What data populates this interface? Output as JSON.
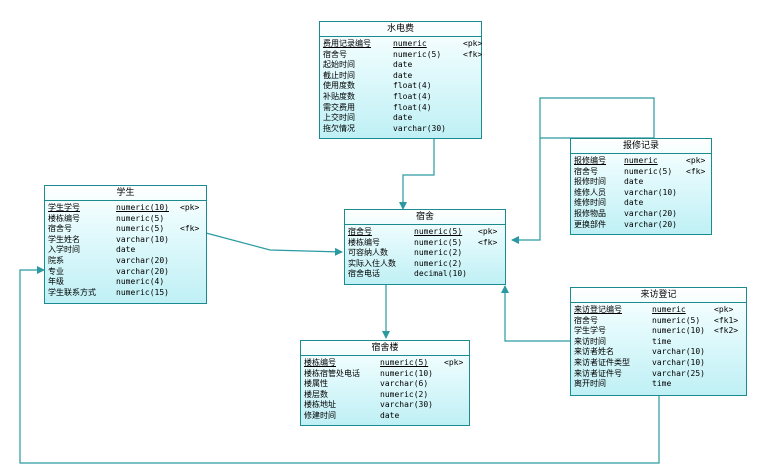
{
  "entities": {
    "shuidian": {
      "title": "水电费",
      "rows": [
        {
          "name": "费用记录编号",
          "type": "numeric",
          "key": "<pk>",
          "pk": true
        },
        {
          "name": "宿舍号",
          "type": "numeric(5)",
          "key": "<fk>"
        },
        {
          "name": "起始时间",
          "type": "date",
          "key": ""
        },
        {
          "name": "截止时间",
          "type": "date",
          "key": ""
        },
        {
          "name": "使用度数",
          "type": "float(4)",
          "key": ""
        },
        {
          "name": "补贴度数",
          "type": "float(4)",
          "key": ""
        },
        {
          "name": "需交费用",
          "type": "float(4)",
          "key": ""
        },
        {
          "name": "上交时间",
          "type": "date",
          "key": ""
        },
        {
          "name": "拖欠情况",
          "type": "varchar(30)",
          "key": ""
        }
      ]
    },
    "baoxiu": {
      "title": "报修记录",
      "rows": [
        {
          "name": "报修编号",
          "type": "numeric",
          "key": "<pk>",
          "pk": true
        },
        {
          "name": "宿舍号",
          "type": "numeric(5)",
          "key": "<fk>"
        },
        {
          "name": "报修时间",
          "type": "date",
          "key": ""
        },
        {
          "name": "维修人员",
          "type": "varchar(10)",
          "key": ""
        },
        {
          "name": "维修时间",
          "type": "date",
          "key": ""
        },
        {
          "name": "报修物品",
          "type": "varchar(20)",
          "key": ""
        },
        {
          "name": "更换部件",
          "type": "varchar(20)",
          "key": ""
        }
      ]
    },
    "xuesheng": {
      "title": "学生",
      "rows": [
        {
          "name": "学生学号",
          "type": "numeric(10)",
          "key": "<pk>",
          "pk": true
        },
        {
          "name": "楼栋编号",
          "type": "numeric(5)",
          "key": ""
        },
        {
          "name": "宿舍号",
          "type": "numeric(5)",
          "key": "<fk>"
        },
        {
          "name": "学生姓名",
          "type": "varchar(10)",
          "key": ""
        },
        {
          "name": "入学时间",
          "type": "date",
          "key": ""
        },
        {
          "name": "院系",
          "type": "varchar(20)",
          "key": ""
        },
        {
          "name": "专业",
          "type": "varchar(20)",
          "key": ""
        },
        {
          "name": "年级",
          "type": "numeric(4)",
          "key": ""
        },
        {
          "name": "学生联系方式",
          "type": "numeric(15)",
          "key": ""
        }
      ]
    },
    "sushe": {
      "title": "宿舍",
      "rows": [
        {
          "name": "宿舍号",
          "type": "numeric(5)",
          "key": "<pk>",
          "pk": true
        },
        {
          "name": "楼栋编号",
          "type": "numeric(5)",
          "key": "<fk>"
        },
        {
          "name": "可容纳人数",
          "type": "numeric(2)",
          "key": ""
        },
        {
          "name": "实际入住人数",
          "type": "numeric(2)",
          "key": ""
        },
        {
          "name": "宿舍电话",
          "type": "decimal(10)",
          "key": ""
        }
      ]
    },
    "laifang": {
      "title": "来访登记",
      "rows": [
        {
          "name": "来访登记编号",
          "type": "numeric",
          "key": "<pk>",
          "pk": true
        },
        {
          "name": "宿舍号",
          "type": "numeric(5)",
          "key": "<fk1>"
        },
        {
          "name": "学生学号",
          "type": "numeric(10)",
          "key": "<fk2>"
        },
        {
          "name": "来访时间",
          "type": "time",
          "key": ""
        },
        {
          "name": "来访者姓名",
          "type": "varchar(10)",
          "key": ""
        },
        {
          "name": "来访者证件类型",
          "type": "varchar(10)",
          "key": ""
        },
        {
          "name": "来访者证件号",
          "type": "varchar(25)",
          "key": ""
        },
        {
          "name": "离开时间",
          "type": "time",
          "key": ""
        }
      ]
    },
    "sushelou": {
      "title": "宿舍楼",
      "rows": [
        {
          "name": "楼栋编号",
          "type": "numeric(5)",
          "key": "<pk>",
          "pk": true
        },
        {
          "name": "楼栋宿管处电话",
          "type": "numeric(10)",
          "key": ""
        },
        {
          "name": "楼属性",
          "type": "varchar(6)",
          "key": ""
        },
        {
          "name": "楼层数",
          "type": "numeric(2)",
          "key": ""
        },
        {
          "name": "楼栋地址",
          "type": "varchar(30)",
          "key": ""
        },
        {
          "name": "修建时间",
          "type": "date",
          "key": ""
        }
      ]
    }
  },
  "colors": {
    "border": "#1c8b8f",
    "line": "#2a9aa0"
  }
}
